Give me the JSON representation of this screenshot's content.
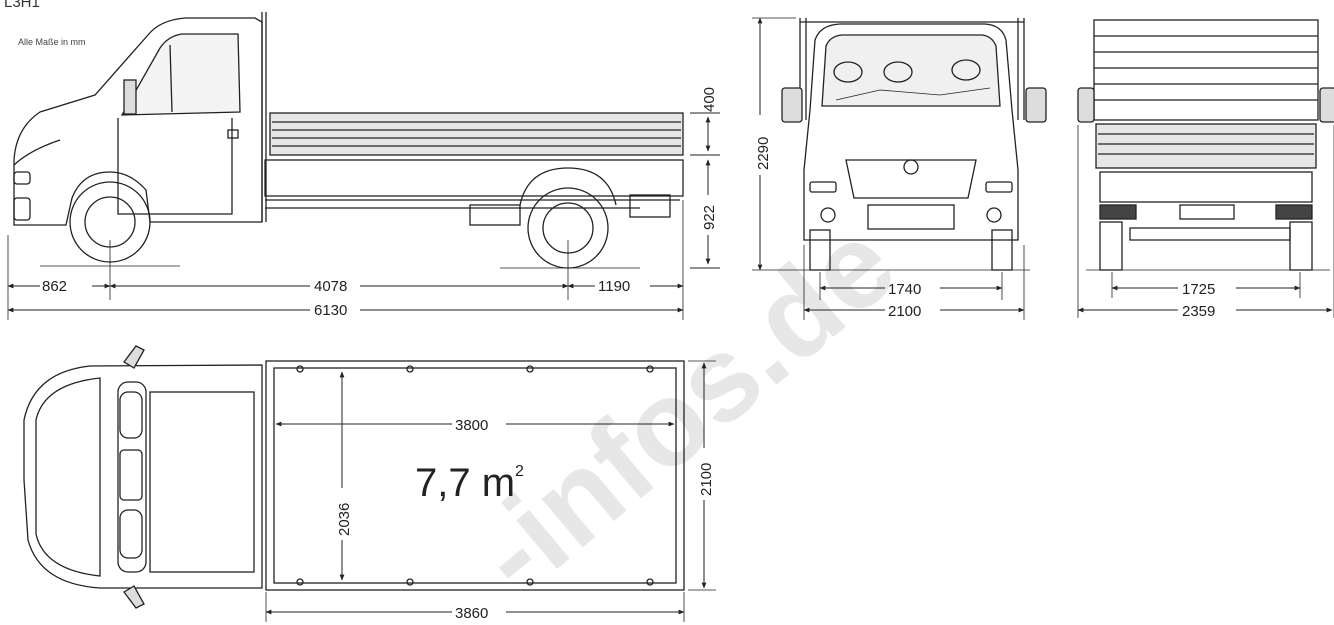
{
  "header": {
    "model_code": "L3H1",
    "units_note": "Alle Maße in mm"
  },
  "side_view": {
    "front_overhang": "862",
    "wheelbase": "4078",
    "rear_overhang": "1190",
    "overall_length": "6130",
    "side_height": "400",
    "floor_height": "922"
  },
  "front_view": {
    "overall_height": "2290",
    "track_width": "1740",
    "overall_width": "2100"
  },
  "rear_view": {
    "track_width": "1725",
    "width_with_mirrors": "2359"
  },
  "top_view": {
    "load_length": "3800",
    "load_area": "7,7 m",
    "load_area_exp": "2",
    "load_width": "2036",
    "platform_width": "2100",
    "platform_length": "3860"
  },
  "watermark": "-infos.de"
}
